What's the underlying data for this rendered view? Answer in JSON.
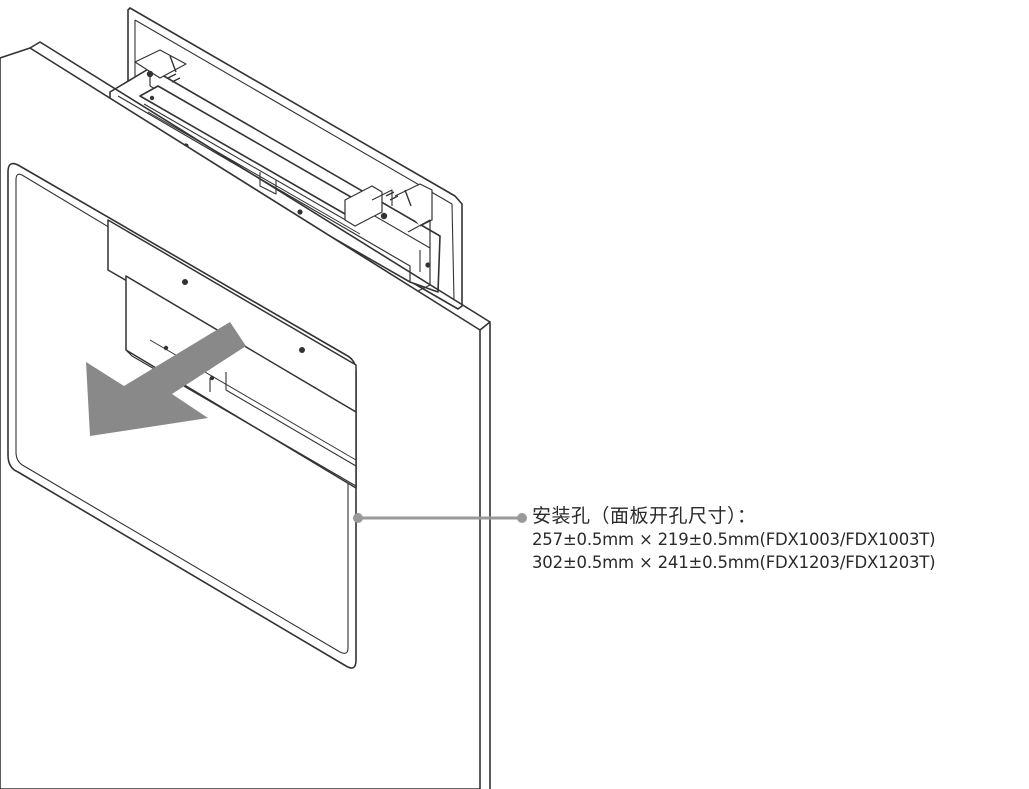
{
  "callout": {
    "title": "安装孔（面板开孔尺寸）：",
    "dimension_lines": [
      "257±0.5mm × 219±0.5mm(FDX1003/FDX1003T)",
      "302±0.5mm × 241±0.5mm(FDX1203/FDX1203T)"
    ]
  },
  "colors": {
    "line": "#333333",
    "leader": "#999999",
    "arrow": "#888888",
    "background": "#ffffff"
  }
}
